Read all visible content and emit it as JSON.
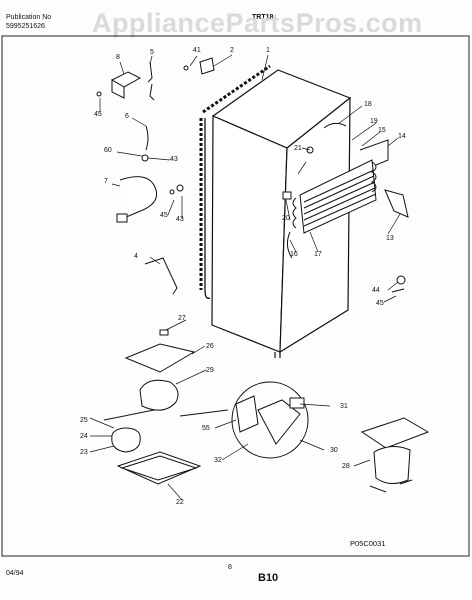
{
  "header": {
    "publication_label": "Publication No",
    "publication_number": "5995251626",
    "model_code": "TRT18",
    "watermark": "AppliancePartsPros.com"
  },
  "callouts": [
    "1",
    "2",
    "41",
    "5",
    "8",
    "45",
    "6",
    "60",
    "43",
    "7",
    "45",
    "43",
    "4",
    "18",
    "19",
    "15",
    "14",
    "21",
    "20",
    "13",
    "16",
    "17",
    "44",
    "45",
    "27",
    "26",
    "29",
    "25",
    "24",
    "23",
    "55",
    "31",
    "32",
    "30",
    "28",
    "22"
  ],
  "footer": {
    "diagram_code": "P05C0031",
    "date": "04/94",
    "sheet": "8",
    "page": "B10"
  }
}
